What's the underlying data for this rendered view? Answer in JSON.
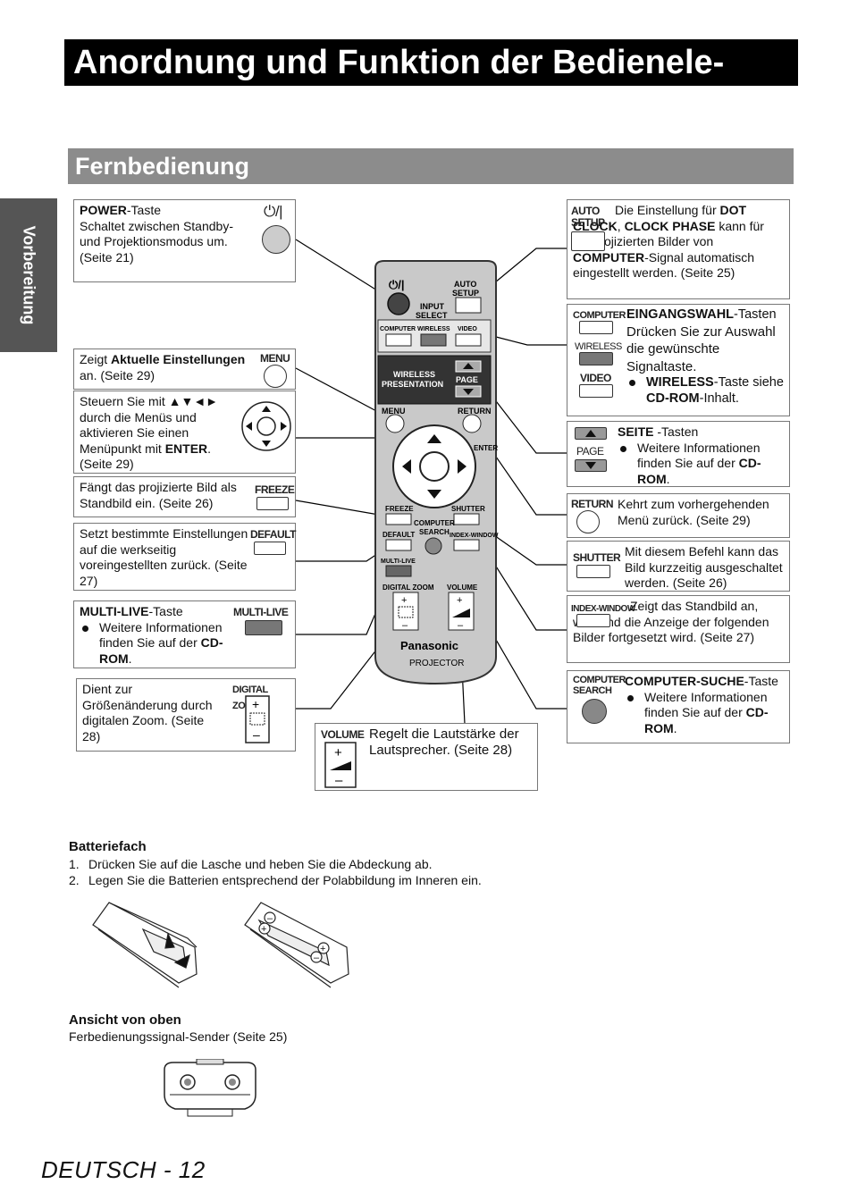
{
  "page": {
    "title": "Anordnung und Funktion der Bedienele-",
    "section": "Fernbedienung",
    "side_tab": "Vorbereitung",
    "footer": "DEUTSCH - 12"
  },
  "remote": {
    "power_symbol": "⏻/|",
    "auto_setup": "AUTO SETUP",
    "input_select": "INPUT SELECT",
    "computer": "COMPUTER",
    "wireless": "WIRELESS",
    "video": "VIDEO",
    "wireless_presentation": "WIRELESS PRESENTATION",
    "page": "PAGE",
    "menu": "MENU",
    "return": "RETURN",
    "enter": "ENTER",
    "freeze": "FREEZE",
    "shutter": "SHUTTER",
    "computer_search": "COMPUTER SEARCH",
    "default": "DEFAULT",
    "index_window": "INDEX-WINDOW",
    "multi_live": "MULTI-LIVE",
    "digital_zoom": "DIGITAL ZOOM",
    "volume": "VOLUME",
    "brand": "Panasonic",
    "model": "PROJECTOR"
  },
  "left_boxes": {
    "power": {
      "name": "POWER",
      "suffix": "-Taste",
      "text": "Schaltet zwischen Standby- und Projektionsmodus um. (Seite 21)",
      "key": "⏻/|"
    },
    "menu": {
      "pre": "Zeigt ",
      "bold": "Aktuelle Einstellungen",
      "post": " an. (Seite 29)",
      "key": "MENU"
    },
    "arrows": {
      "text1": "Steuern Sie mit ▲▼◄► durch die Menüs und aktivieren Sie einen Menüpunkt mit ",
      "bold": "ENTER",
      "text2": ". (Seite 29)"
    },
    "freeze": {
      "text": "Fängt das projizierte Bild als Standbild ein. (Seite 26)",
      "key": "FREEZE"
    },
    "default": {
      "text": "Setzt bestimmte Einstellungen auf die werkseitig voreingestellten zurück. (Seite 27)",
      "key": "DEFAULT"
    },
    "multi_live": {
      "name": "MULTI-LIVE",
      "suffix": "-Taste",
      "bullet": "Weitere Informationen finden Sie auf der ",
      "bullet_bold": "CD-ROM",
      "bullet_end": ".",
      "key": "MULTI-LIVE"
    },
    "digital_zoom": {
      "text": "Dient zur Größenänderung durch digitalen Zoom. (Seite 28)",
      "key": "DIGITAL ZOOM"
    }
  },
  "center_box": {
    "volume": {
      "text": "Regelt die Lautstärke der Lautsprecher. (Seite 28)",
      "key": "VOLUME"
    }
  },
  "right_boxes": {
    "auto_setup": {
      "key": "AUTO SETUP",
      "t1": "Die Einstellung für ",
      "b1": "DOT CLOCK",
      "t2": ", ",
      "b2": "CLOCK PHASE",
      "t3": " kann für die projizierten Bilder von ",
      "b3": "COMPUTER",
      "t4": "-Signal automatisch eingestellt werden. (Seite 25)"
    },
    "input": {
      "name": "EINGANGSWAHL",
      "suffix": "-Tasten",
      "text": "Drücken Sie zur Auswahl die gewünschte Signaltaste.",
      "bullet_bold": "WIRELESS",
      "bullet": "-Taste siehe ",
      "bullet_bold2": "CD-ROM",
      "bullet_end": "-Inhalt.",
      "keys": [
        "COMPUTER",
        "WIRELESS",
        "VIDEO"
      ]
    },
    "page": {
      "name": "SEITE",
      "suffix": " -Tasten",
      "bullet": "Weitere Informationen finden Sie auf der ",
      "bullet_bold": "CD-ROM",
      "bullet_end": ".",
      "key": "PAGE"
    },
    "return": {
      "key": "RETURN",
      "text": "Kehrt zum vorhergehenden Menü zurück. (Seite 29)"
    },
    "shutter": {
      "key": "SHUTTER",
      "text": "Mit diesem Befehl kann das Bild kurzzeitig ausgeschaltet werden. (Seite 26)"
    },
    "index": {
      "key": "INDEX-WINDOW",
      "text": "Zeigt das Standbild an, während die Anzeige der folgenden Bilder fortgesetzt wird. (Seite 27)"
    },
    "search": {
      "key": "COMPUTER SEARCH",
      "name": "COMPUTER-SUCHE",
      "suffix": "-Taste",
      "bullet": "Weitere Informationen finden Sie auf der ",
      "bullet_bold": "CD-ROM",
      "bullet_end": "."
    }
  },
  "battery": {
    "heading": "Batteriefach",
    "steps": [
      "Drücken Sie auf die Lasche und heben Sie die Abdeckung ab.",
      "Legen Sie die Batterien entsprechend der Polabbildung im Inneren ein."
    ]
  },
  "top_view": {
    "heading": "Ansicht von oben",
    "text": "Ferbedienungssignal-Sender (Seite 25)"
  }
}
